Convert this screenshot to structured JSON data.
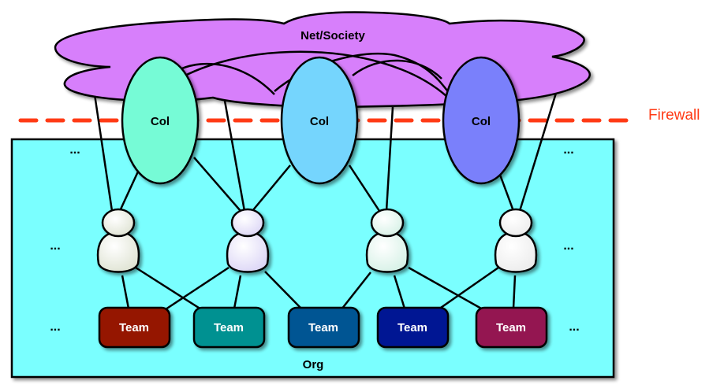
{
  "diagram": {
    "cloud": {
      "label": "Net/Society",
      "color": "#d77ffb"
    },
    "firewall": {
      "label": "Firewall",
      "color": "#ff3a14"
    },
    "org": {
      "label": "Org",
      "color": "#7affff"
    },
    "ellipsis": "...",
    "cols": [
      {
        "label": "Col",
        "color": "#76fbd6"
      },
      {
        "label": "Col",
        "color": "#75d5fd"
      },
      {
        "label": "Col",
        "color": "#7a80fb"
      }
    ],
    "people": [
      {
        "color": "#dfe3d3"
      },
      {
        "color": "#dcd6f6"
      },
      {
        "color": "#d6f1e6"
      },
      {
        "color": "#ececec"
      }
    ],
    "teams": [
      {
        "label": "Team",
        "color": "#951600"
      },
      {
        "label": "Team",
        "color": "#009191"
      },
      {
        "label": "Team",
        "color": "#005493"
      },
      {
        "label": "Team",
        "color": "#011993"
      },
      {
        "label": "Team",
        "color": "#941751"
      }
    ]
  }
}
